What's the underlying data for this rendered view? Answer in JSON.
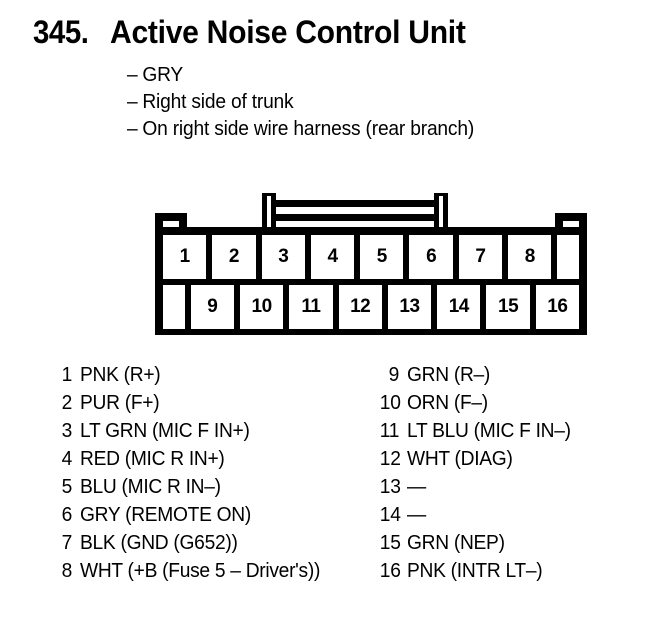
{
  "header": {
    "section_number": "345.",
    "title": "Active Noise Control Unit",
    "bullets": [
      {
        "dash": "–",
        "text": "GRY"
      },
      {
        "dash": "–",
        "text": "Right side of trunk"
      },
      {
        "dash": "–",
        "text": "On right side wire harness (rear branch)"
      }
    ]
  },
  "connector": {
    "row_top": [
      {
        "label": "1",
        "blank": false
      },
      {
        "label": "2",
        "blank": false
      },
      {
        "label": "3",
        "blank": false
      },
      {
        "label": "4",
        "blank": false
      },
      {
        "label": "5",
        "blank": false
      },
      {
        "label": "6",
        "blank": false
      },
      {
        "label": "7",
        "blank": false
      },
      {
        "label": "8",
        "blank": false
      },
      {
        "label": "",
        "blank": true
      }
    ],
    "row_bottom": [
      {
        "label": "",
        "blank": true
      },
      {
        "label": "9",
        "blank": false
      },
      {
        "label": "10",
        "blank": false
      },
      {
        "label": "11",
        "blank": false
      },
      {
        "label": "12",
        "blank": false
      },
      {
        "label": "13",
        "blank": false
      },
      {
        "label": "14",
        "blank": false
      },
      {
        "label": "15",
        "blank": false
      },
      {
        "label": "16",
        "blank": false
      }
    ]
  },
  "pin_list": {
    "left_column": [
      {
        "num": "1",
        "label": "PNK (R+)"
      },
      {
        "num": "2",
        "label": "PUR (F+)"
      },
      {
        "num": "3",
        "label": "LT GRN (MIC F IN+)"
      },
      {
        "num": "4",
        "label": "RED (MIC R IN+)"
      },
      {
        "num": "5",
        "label": "BLU (MIC R IN–)"
      },
      {
        "num": "6",
        "label": "GRY (REMOTE ON)"
      },
      {
        "num": "7",
        "label": "BLK (GND (G652))"
      },
      {
        "num": "8",
        "label": "WHT (+B (Fuse 5 – Driver's))"
      }
    ],
    "right_column": [
      {
        "num": "9",
        "label": "GRN (R–)"
      },
      {
        "num": "10",
        "label": "ORN (F–)"
      },
      {
        "num": "11",
        "label": "LT BLU (MIC F IN–)"
      },
      {
        "num": "12",
        "label": "WHT (DIAG)"
      },
      {
        "num": "13",
        "label": "—"
      },
      {
        "num": "14",
        "label": "—"
      },
      {
        "num": "15",
        "label": "GRN (NEP)"
      },
      {
        "num": "16",
        "label": "PNK (INTR LT–)"
      }
    ]
  },
  "colors": {
    "ink": "#000000",
    "paper": "#ffffff"
  }
}
